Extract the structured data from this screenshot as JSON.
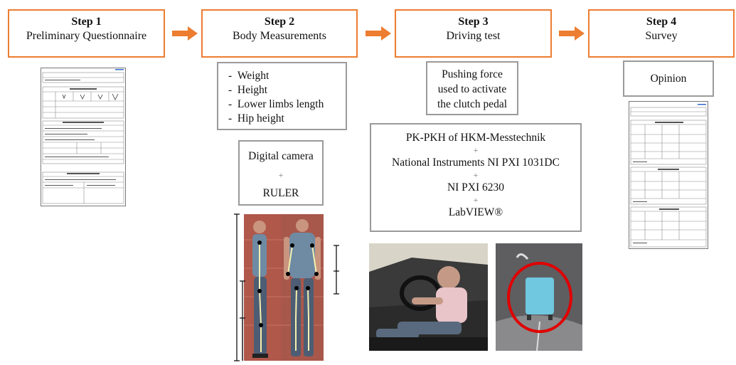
{
  "steps": [
    {
      "title": "Step 1",
      "subtitle": "Preliminary Questionnaire"
    },
    {
      "title": "Step 2",
      "subtitle": "Body Measurements"
    },
    {
      "title": "Step 3",
      "subtitle": "Driving test"
    },
    {
      "title": "Step 4",
      "subtitle": "Survey"
    }
  ],
  "measurements": [
    "Weight",
    "Height",
    "Lower limbs length",
    "Hip height"
  ],
  "tools": {
    "line1": "Digital camera",
    "plus": "+",
    "line2": "RULER"
  },
  "driving": {
    "force": [
      "Pushing force",
      "used to activate",
      "the clutch pedal"
    ],
    "equipment": [
      "PK-PKH of HKM-Messtechnik",
      "+",
      "National Instruments NI PXI 1031DC",
      "+",
      "NI PXI 6230",
      "+",
      "LabVIEW®"
    ]
  },
  "survey": {
    "label": "Opinion"
  },
  "colors": {
    "step_border": "#ed7d31",
    "arrow": "#ed7d31",
    "box_border": "#9a9a9a",
    "highlight_circle": "#e00000",
    "sensor": "#6fc7e0"
  }
}
